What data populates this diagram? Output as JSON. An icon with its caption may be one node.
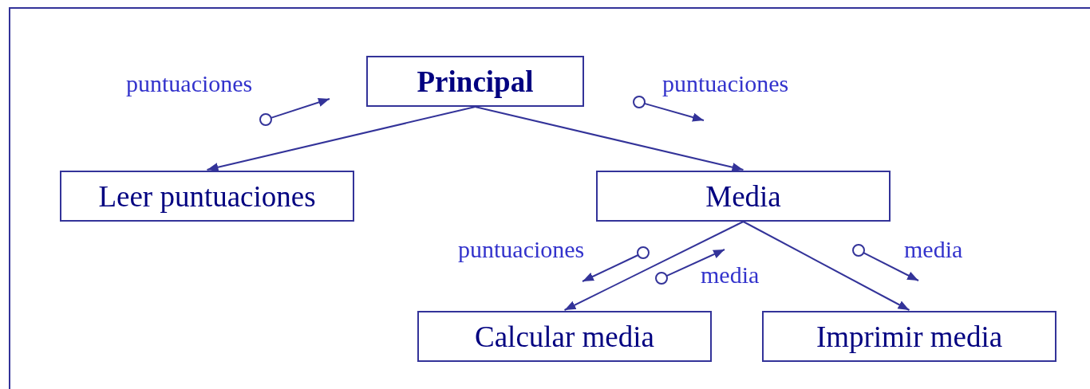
{
  "diagram": {
    "nodes": [
      {
        "text": [
          "Principal"
        ]
      },
      {
        "text": [
          "Leer puntuaciones"
        ]
      },
      {
        "text": [
          "Media"
        ]
      },
      {
        "text": [
          "Calcular media"
        ]
      },
      {
        "text": [
          "Imprimir media"
        ]
      }
    ],
    "edges": [
      {
        "from": 0,
        "to": 1,
        "arrow": "to"
      },
      {
        "from": 0,
        "to": 2,
        "arrow": "to"
      },
      {
        "from": 2,
        "to": 3,
        "arrow": "to"
      },
      {
        "from": 2,
        "to": 4,
        "arrow": "to"
      }
    ],
    "labels": [
      "puntuaciones",
      "puntuaciones",
      "puntuaciones",
      "media",
      "media"
    ]
  }
}
